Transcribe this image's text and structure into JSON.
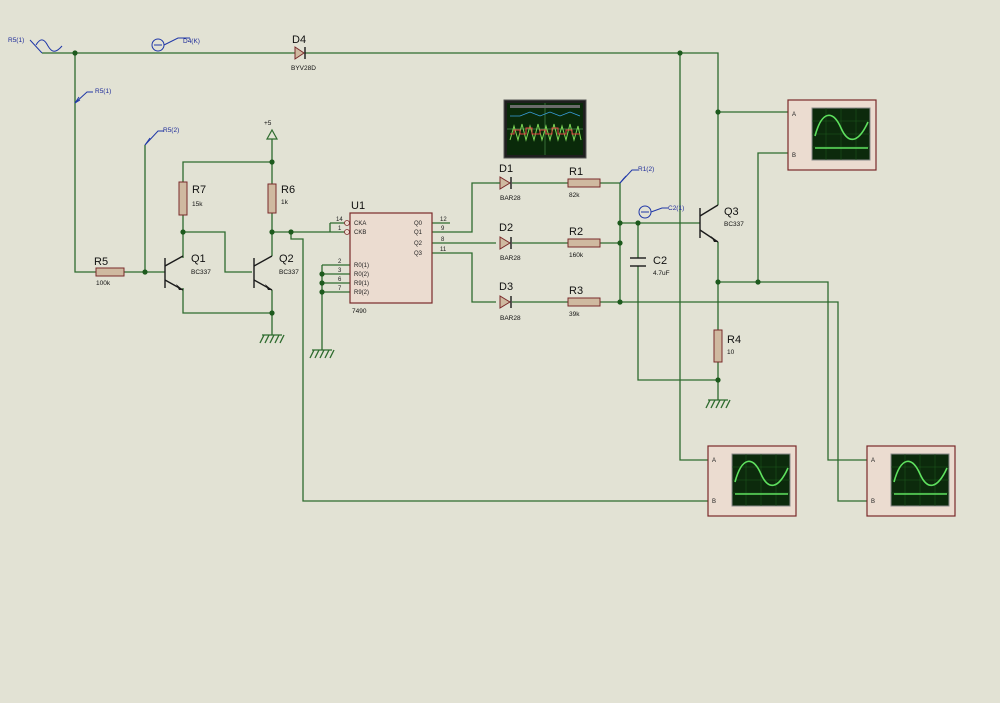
{
  "components": {
    "D4": {
      "ref": "D4",
      "value": "BYV28D"
    },
    "D1": {
      "ref": "D1",
      "value": "BAR28"
    },
    "D2": {
      "ref": "D2",
      "value": "BAR28"
    },
    "D3": {
      "ref": "D3",
      "value": "BAR28"
    },
    "R1": {
      "ref": "R1",
      "value": "82k"
    },
    "R2": {
      "ref": "R2",
      "value": "160k"
    },
    "R3": {
      "ref": "R3",
      "value": "39k"
    },
    "R4": {
      "ref": "R4",
      "value": "10"
    },
    "R5": {
      "ref": "R5",
      "value": "100k"
    },
    "R6": {
      "ref": "R6",
      "value": "1k"
    },
    "R7": {
      "ref": "R7",
      "value": "15k"
    },
    "C2": {
      "ref": "C2",
      "value": "4.7uF"
    },
    "Q1": {
      "ref": "Q1",
      "value": "BC337"
    },
    "Q2": {
      "ref": "Q2",
      "value": "BC337"
    },
    "Q3": {
      "ref": "Q3",
      "value": "BC337"
    },
    "U1": {
      "ref": "U1",
      "value": "7490"
    }
  },
  "supply_label": "+5",
  "probes": {
    "r5_1_source": "R5(1)",
    "r5_1": "R5(1)",
    "r5_2": "R5(2)",
    "d4_k": "D4(K)",
    "r1_2": "R1(2)",
    "c2_1": "C2(1)"
  },
  "u1": {
    "pins_left": [
      {
        "num": "14",
        "name": "CKA"
      },
      {
        "num": "1",
        "name": "CKB"
      },
      {
        "num": "2",
        "name": "R0(1)"
      },
      {
        "num": "3",
        "name": "R0(2)"
      },
      {
        "num": "6",
        "name": "R9(1)"
      },
      {
        "num": "7",
        "name": "R9(2)"
      }
    ],
    "pins_right": [
      {
        "num": "12",
        "name": "Q0"
      },
      {
        "num": "9",
        "name": "Q1"
      },
      {
        "num": "8",
        "name": "Q2"
      },
      {
        "num": "11",
        "name": "Q3"
      }
    ]
  },
  "oscilloscopes": {
    "scope1": {
      "ch_a": "A",
      "ch_b": "B"
    },
    "scope2": {
      "ch_a": "A",
      "ch_b": "B"
    },
    "scope3": {
      "ch_a": "A",
      "ch_b": "B"
    }
  },
  "colors": {
    "wire": "#2e6b2e",
    "junction": "#1d5a1d",
    "component_outline": "#7a2a2a",
    "probe": "#2038a8",
    "scope_screen": "#0c2a0c",
    "scope_trace": "#5ee05e"
  }
}
